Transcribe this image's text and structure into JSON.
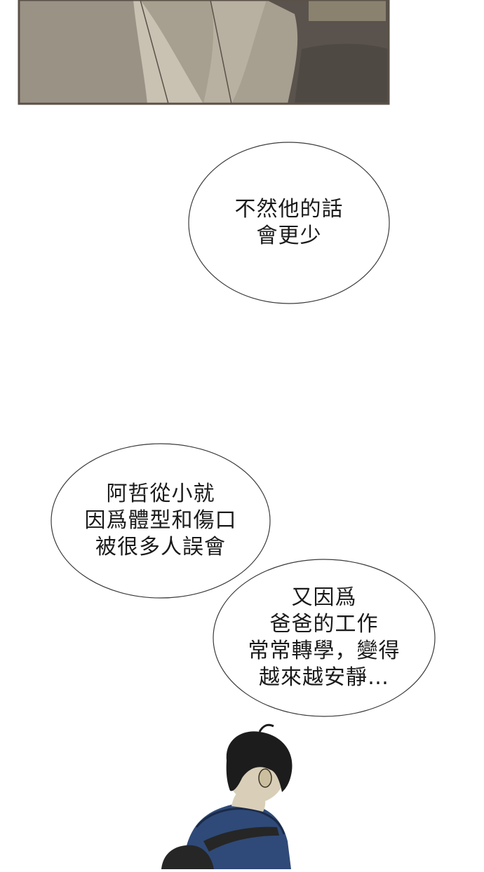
{
  "colors": {
    "page_bg": "#ffffff",
    "panel_bg": "#a79f8f",
    "panel_border": "#5a5148",
    "panel_cushion": "#8f877c",
    "panel_dark": "#4f4944",
    "bubble_fill": "#ffffff",
    "bubble_stroke": "#3a3a3a",
    "text": "#1a1a1a",
    "hair": "#1c1c1c",
    "skin": "#d9cfb8",
    "hoodie": "#2f4a78",
    "backpack": "#262626"
  },
  "bubbles": [
    {
      "lines": [
        "不然他的話",
        "會更少"
      ]
    },
    {
      "lines": [
        "阿哲從小就",
        "因爲體型和傷口",
        "被很多人誤會"
      ]
    },
    {
      "lines": [
        "又因爲",
        "爸爸的工作",
        "常常轉學，變得",
        "越來越安靜…"
      ]
    }
  ],
  "icons": {
    "top_panel": "sofa-scene-illustration",
    "figure": "boy-back-view-illustration"
  }
}
